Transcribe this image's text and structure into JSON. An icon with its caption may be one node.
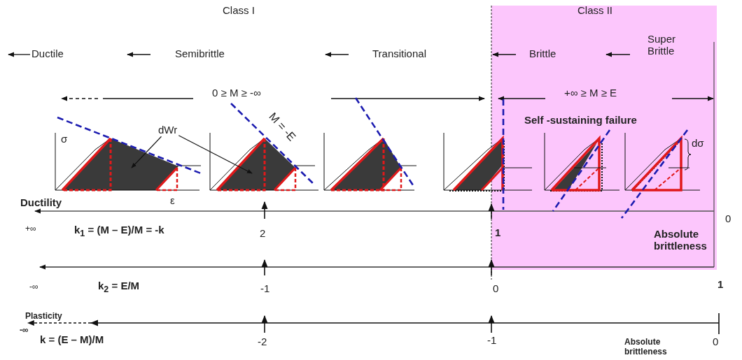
{
  "diagram": {
    "nodes": [
      {
        "text": [
          "dWr"
        ]
      },
      {
        "text": [],
        "shape": "polygon"
      },
      {
        "text": [],
        "shape": "polygon"
      }
    ],
    "edges": [
      {
        "from": 0,
        "to": 1,
        "arrow": "to"
      },
      {
        "from": 0,
        "to": 2,
        "arrow": "to"
      }
    ],
    "labels": [
      "Class I",
      "Class II",
      "Ductile",
      "Semibrittle",
      "Transitional",
      "Brittle",
      "Super Brittle",
      "0 ≥ M ≥ -∞",
      "+∞ ≥ M ≥ E",
      "M = -E",
      "Self -sustaining failure",
      "σ",
      "dσ",
      "ε",
      "Ductility",
      "0",
      "+∞",
      "k$_{1}$ = (M – E)/M = -k",
      "2",
      "1",
      "Absolute brittleness",
      "-∞",
      "k$_{2}$ = E/M",
      "-1",
      "0",
      "1",
      "Plasticity",
      "-∞",
      "k = (E – M)/M",
      "-2",
      "-1",
      "Absolute brittleness",
      "0"
    ]
  }
}
